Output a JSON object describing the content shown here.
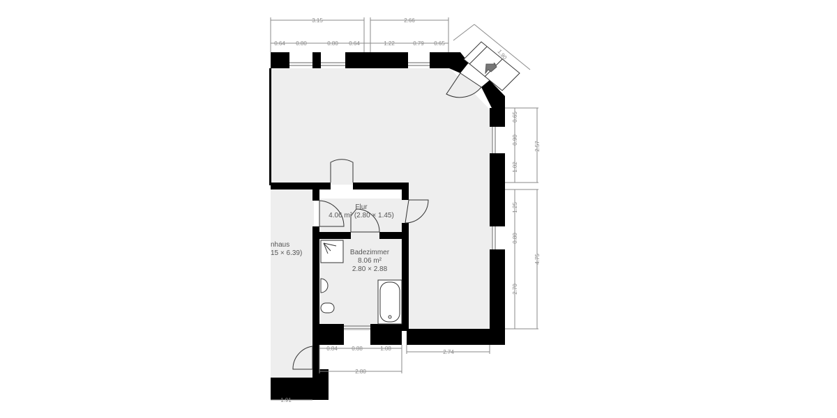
{
  "plan": {
    "colors": {
      "floor": "#eeeeee",
      "wall": "#000000",
      "dimension": "#8a8a8a",
      "label": "#555555",
      "stair_arrow": "#777777"
    },
    "rooms": [
      {
        "id": "flur",
        "name": "Flur",
        "area": "4.06 m² (2.80 × 1.45)"
      },
      {
        "id": "badezimmer",
        "name": "Badezimmer",
        "area": "8.06 m²",
        "size": "2.80 × 2.88"
      },
      {
        "id": "treppenhaus",
        "name": "nhaus",
        "size": "15 × 6.39)"
      }
    ],
    "dimensions": {
      "top_overall": [
        "3.15",
        "2.66"
      ],
      "top_segments": [
        "0.64",
        "0.80",
        "0.80",
        "0.64",
        "1.22",
        "0.79",
        "0.65"
      ],
      "stair_width": "1.90",
      "right_upper_segments": [
        "0.65",
        "0.90",
        "1.02"
      ],
      "right_upper_total": "2.57",
      "right_lower_segments": [
        "1.25",
        "0.80",
        "2.70"
      ],
      "right_lower_total": "4.75",
      "bottom_right": "2.74",
      "bath_bottom_segments": [
        "0.84",
        "0.88",
        "1.08"
      ],
      "bath_bottom_total": "2.80",
      "bottom_left": "1.91"
    }
  }
}
